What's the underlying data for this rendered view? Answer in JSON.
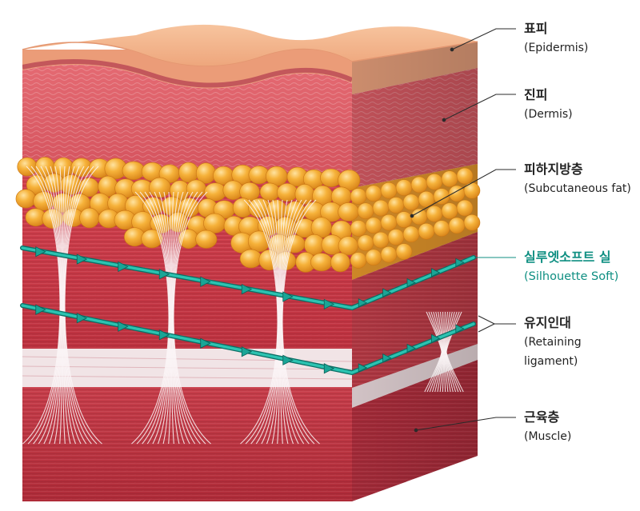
{
  "colors": {
    "accent": "#0f8f82",
    "epidermis": "#f2b187",
    "dermis": "#d9565f",
    "fat": "#f5a623",
    "muscle": "#c93846",
    "thread": "#23b3a3",
    "ligament": "#f4eef0"
  },
  "labels": [
    {
      "id": "epidermis",
      "ko": "표피",
      "en": "(Epidermis)",
      "accent": false
    },
    {
      "id": "dermis",
      "ko": "진피",
      "en": "(Dermis)",
      "accent": false
    },
    {
      "id": "subcutaneous-fat",
      "ko": "피하지방층",
      "en": "(Subcutaneous fat)",
      "accent": false
    },
    {
      "id": "silhouette-soft",
      "ko": "실루엣소프트 실",
      "en": "(Silhouette Soft)",
      "accent": true
    },
    {
      "id": "retaining-ligament",
      "ko": "유지인대",
      "en": "(Retaining",
      "en2": "ligament)",
      "accent": false
    },
    {
      "id": "muscle",
      "ko": "근육층",
      "en": "(Muscle)",
      "accent": false
    }
  ]
}
